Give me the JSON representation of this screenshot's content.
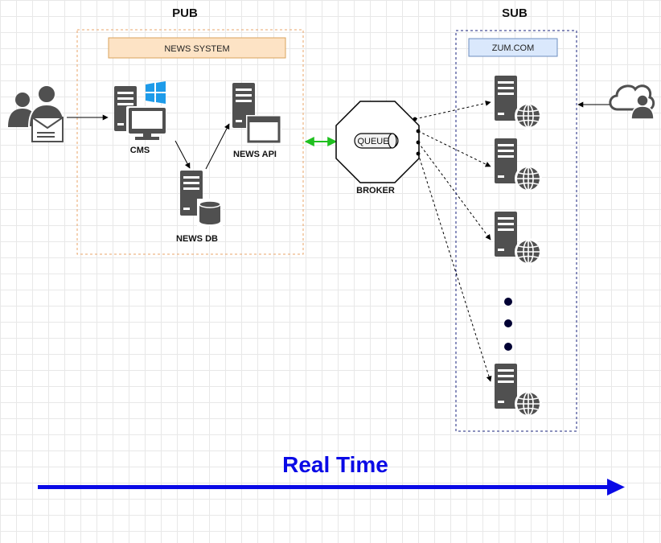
{
  "pub": {
    "title": "PUB",
    "box_label": "NEWS SYSTEM"
  },
  "sub": {
    "title": "SUB",
    "box_label": "ZUM.COM"
  },
  "nodes": {
    "cms": "CMS",
    "news_api": "NEWS API",
    "news_db": "NEWS DB",
    "broker": "BROKER",
    "queue": "QUEUE"
  },
  "footer": {
    "label": "Real Time"
  },
  "colors": {
    "pub_border": "#e8a46a",
    "pub_label_bg": "#fde3c5",
    "pub_label_border": "#d9a35c",
    "sub_border": "#1a237e",
    "sub_label_bg": "#dae8fc",
    "sub_label_border": "#6c8ebf",
    "server": "#505050",
    "green_link": "#1fbf1f",
    "realtime": "#0a0ae6",
    "windows": "#1e9be9"
  },
  "icons": [
    "users-envelope-icon",
    "windows-server-icon",
    "server-window-icon",
    "database-server-icon",
    "web-server-icon",
    "cloud-user-icon",
    "queue-cylinder-icon"
  ]
}
